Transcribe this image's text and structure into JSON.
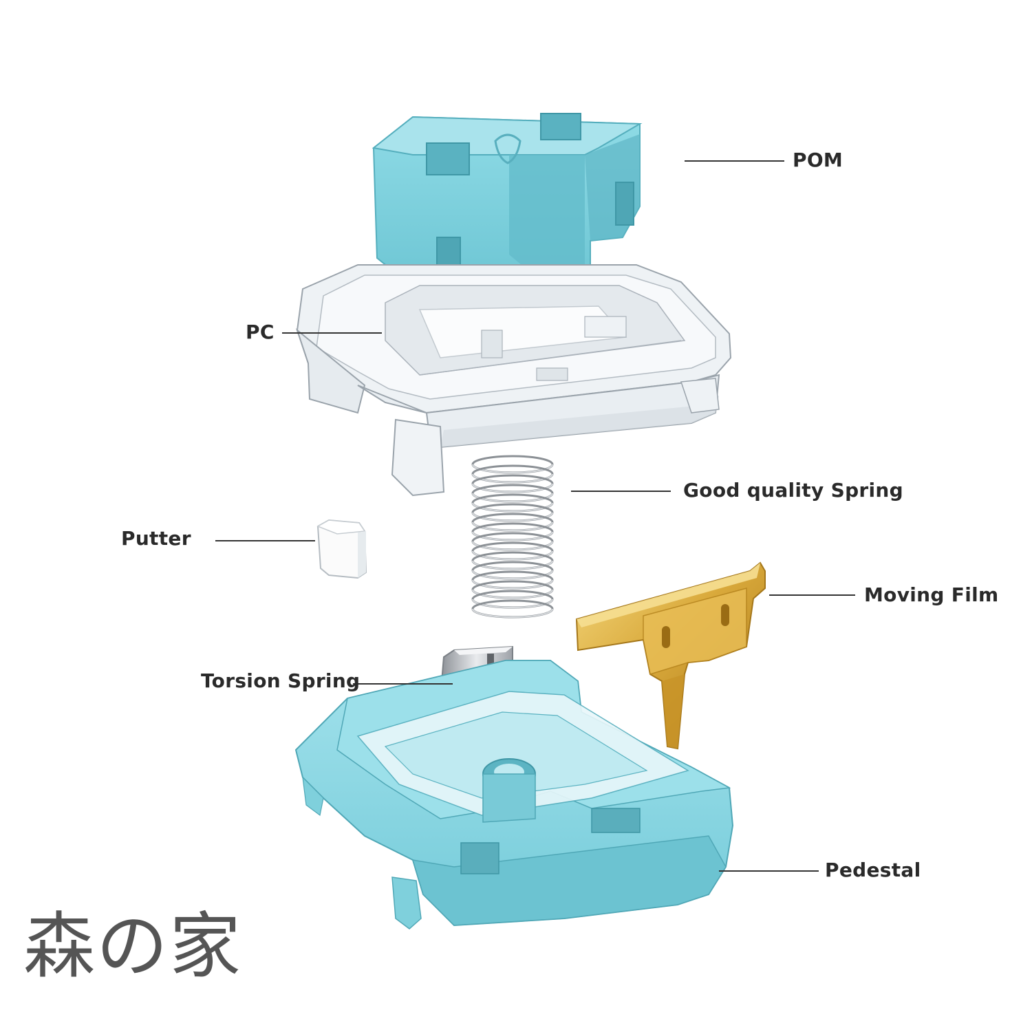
{
  "labels": {
    "pom": "POM",
    "pc": "PC",
    "spring": "Good quality Spring",
    "putter": "Putter",
    "moving_film": "Moving Film",
    "torsion_spring": "Torsion Spring",
    "pedestal": "Pedestal"
  },
  "watermark": "森の家",
  "colors": {
    "stem": "#7fd3df",
    "stem_dark": "#5bb8c6",
    "housing": "#dde3e8",
    "pedestal": "#8fd9e6",
    "pedestal_dark": "#62bfcf",
    "gold": "#d9a93b",
    "metal": "#b9bcc1",
    "text": "#2a2a2a"
  }
}
